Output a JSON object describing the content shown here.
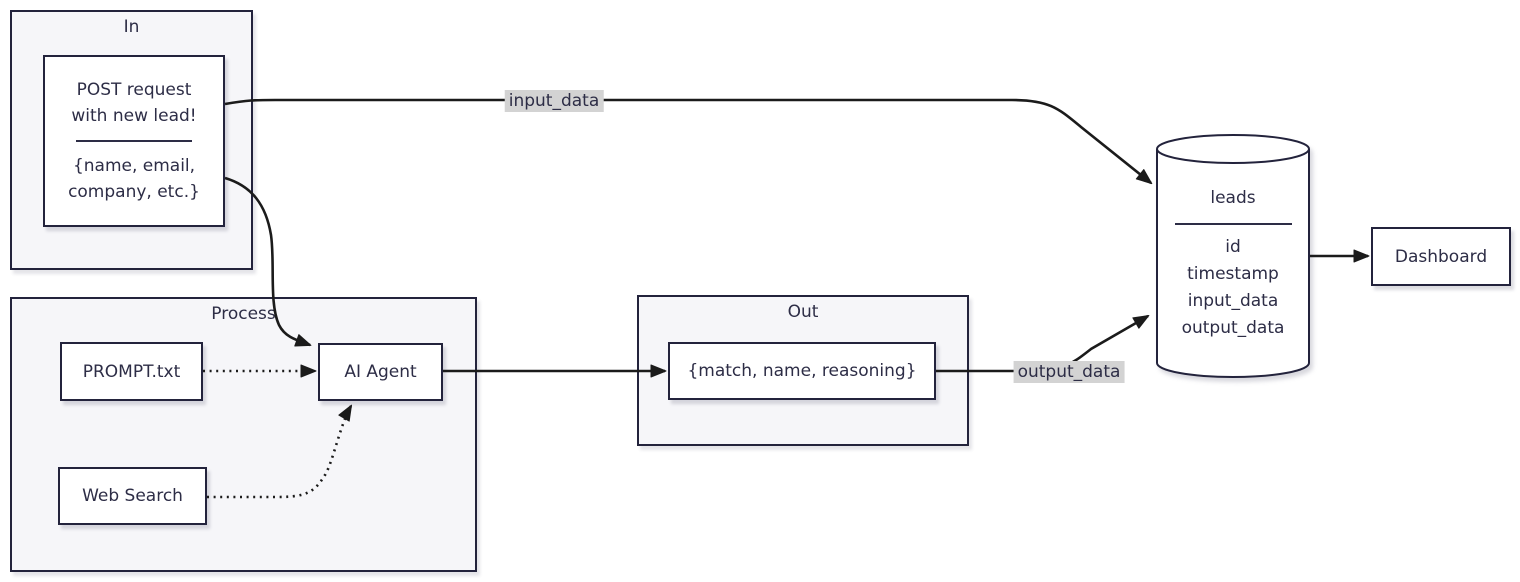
{
  "containers": {
    "in": {
      "title": "In"
    },
    "process": {
      "title": "Process"
    },
    "out": {
      "title": "Out"
    }
  },
  "nodes": {
    "post_request": {
      "top": "POST request with new lead!",
      "bottom": "{name, email, company, etc.}"
    },
    "prompt_file": {
      "label": "PROMPT.txt"
    },
    "web_search": {
      "label": "Web Search"
    },
    "ai_agent": {
      "label": "AI Agent"
    },
    "out_object": {
      "label": "{match, name, reasoning}"
    },
    "leads_db": {
      "title": "leads",
      "fields": [
        "id",
        "timestamp",
        "input_data",
        "output_data"
      ]
    },
    "dashboard": {
      "label": "Dashboard"
    }
  },
  "edge_labels": {
    "input": "input_data",
    "output": "output_data"
  },
  "colors": {
    "node_border": "#23233c",
    "text": "#2d2d46",
    "edge": "#1b1b1b",
    "label_bg": "#d3d3d3",
    "container_bg": "#f6f6f9",
    "node_bg": "#ffffff"
  }
}
